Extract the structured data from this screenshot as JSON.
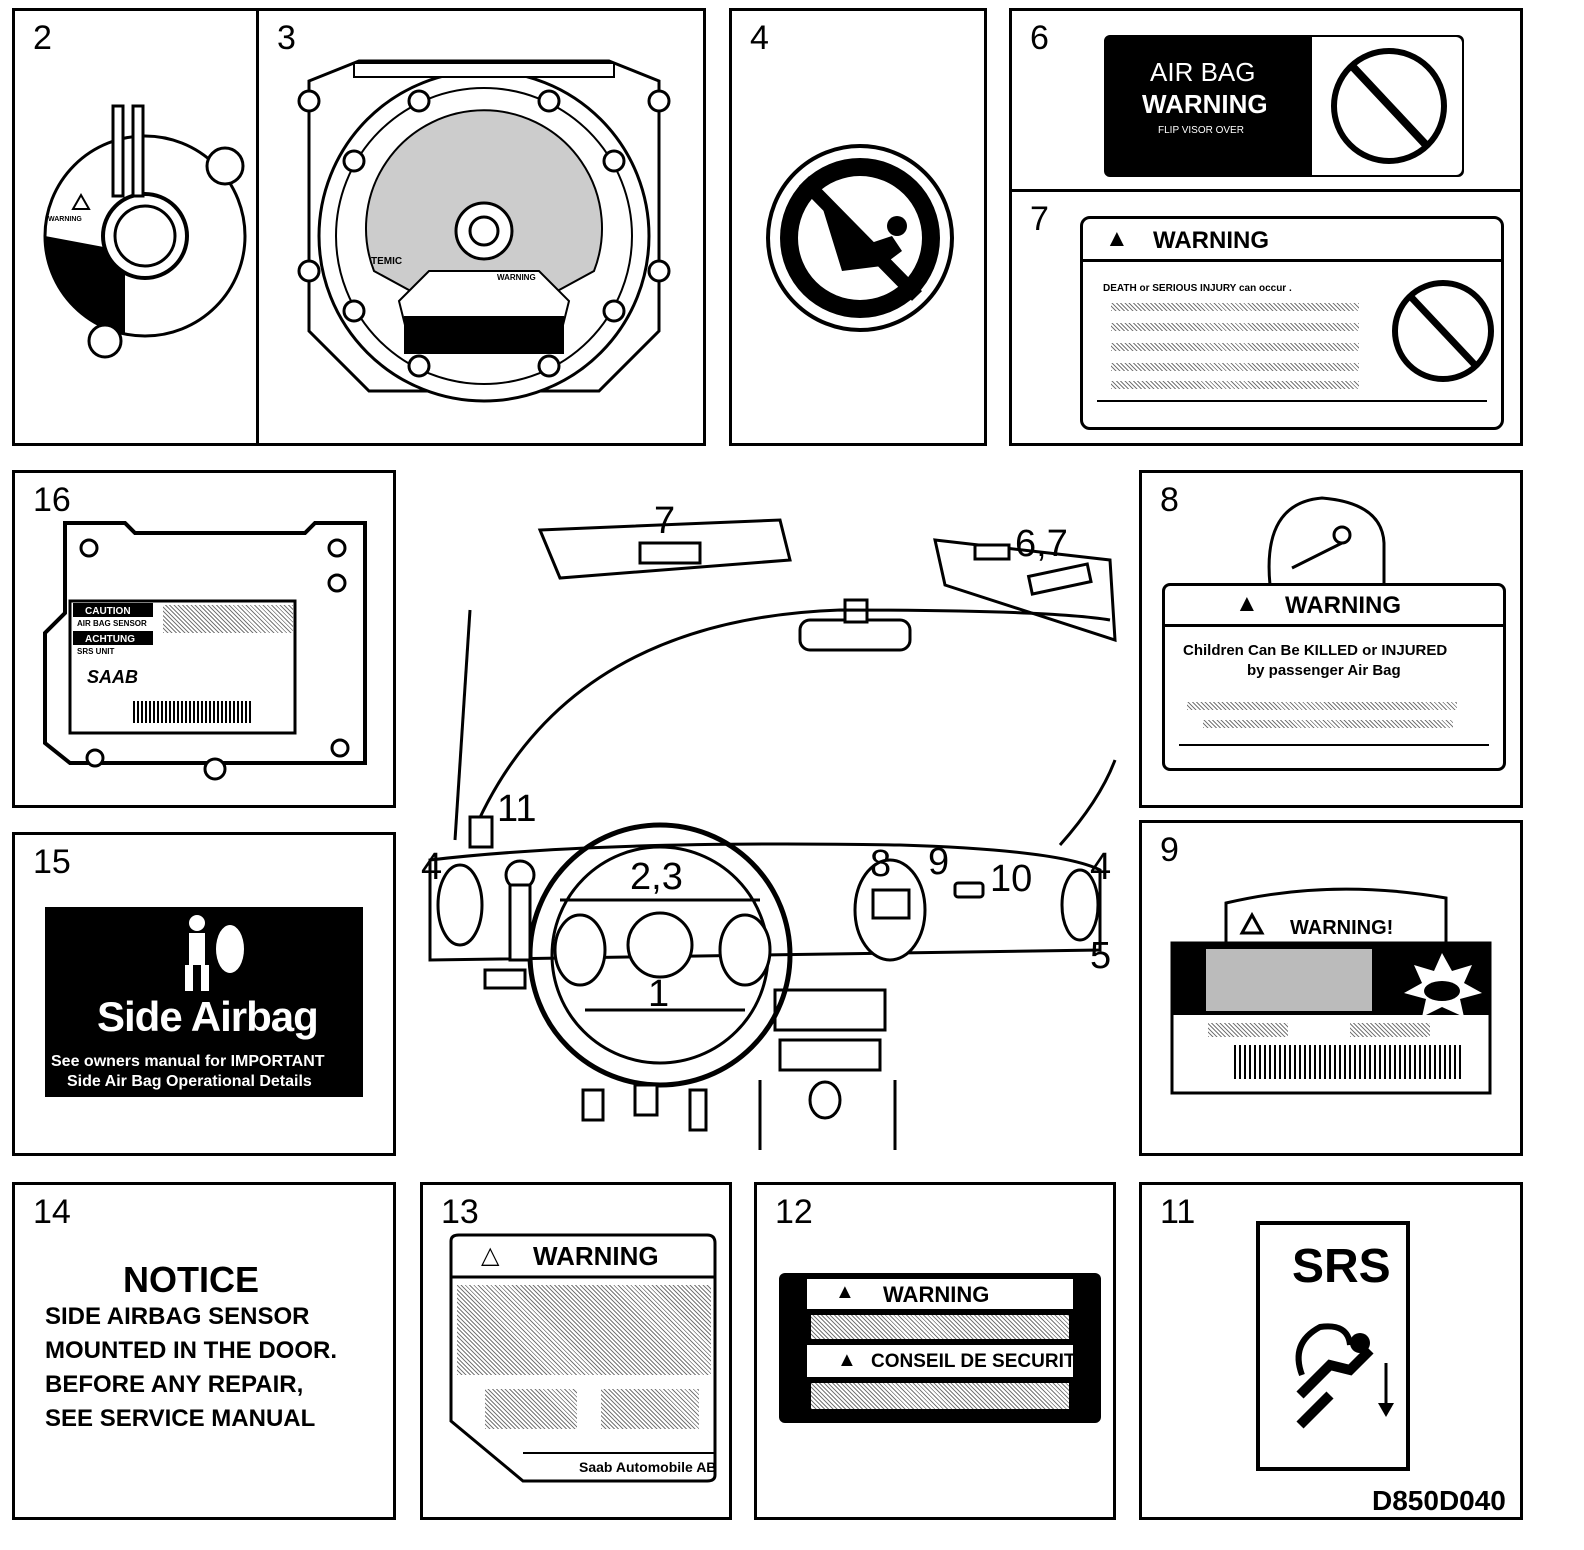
{
  "panel_numbers": {
    "p2": "2",
    "p3": "3",
    "p4": "4",
    "p6": "6",
    "p7": "7",
    "p16": "16",
    "p8": "8",
    "p15": "15",
    "p9": "9",
    "p14": "14",
    "p13": "13",
    "p12": "12",
    "p11": "11"
  },
  "panel2": {
    "warning": "WARNING"
  },
  "panel3": {
    "brand": "TEMIC",
    "warning": "WARNING"
  },
  "panel6": {
    "line1": "AIR BAG",
    "line2": "WARNING",
    "sub": "FLIP VISOR OVER"
  },
  "panel7": {
    "title": "WARNING",
    "lead": "DEATH or SERIOUS INJURY can occur  ."
  },
  "panel16": {
    "caution": "CAUTION",
    "caution_sub": "AIR BAG SENSOR",
    "achtung": "ACHTUNG",
    "achtung_sub": "SRS UNIT",
    "brand": "SAAB"
  },
  "panel8": {
    "title": "WARNING",
    "line1": "Children Can Be KILLED or INJURED",
    "line2": "by passenger Air Bag"
  },
  "panel15": {
    "title": "Side Airbag",
    "line1": "See owners manual for IMPORTANT",
    "line2": "Side Air Bag Operational Details"
  },
  "panel9": {
    "title": "WARNING!"
  },
  "panel14": {
    "title": "NOTICE",
    "line1": "SIDE  AIRBAG SENSOR",
    "line2": "MOUNTED IN THE DOOR.",
    "line3": "BEFORE  ANY REPAIR,",
    "line4": "SEE SERVICE MANUAL"
  },
  "panel13": {
    "title": "WARNING",
    "footer": "Saab Automobile AB"
  },
  "panel12": {
    "title": "WARNING",
    "title2": "CONSEIL  DE SECURITE"
  },
  "panel11": {
    "title": "SRS"
  },
  "center": {
    "c7": "7",
    "c67": "6,7",
    "c11": "11",
    "c4a": "4",
    "c23": "2,3",
    "c8": "8",
    "c9": "9",
    "c10": "10",
    "c4b": "4",
    "c5": "5",
    "c1": "1"
  },
  "figure_code": "D850D040"
}
